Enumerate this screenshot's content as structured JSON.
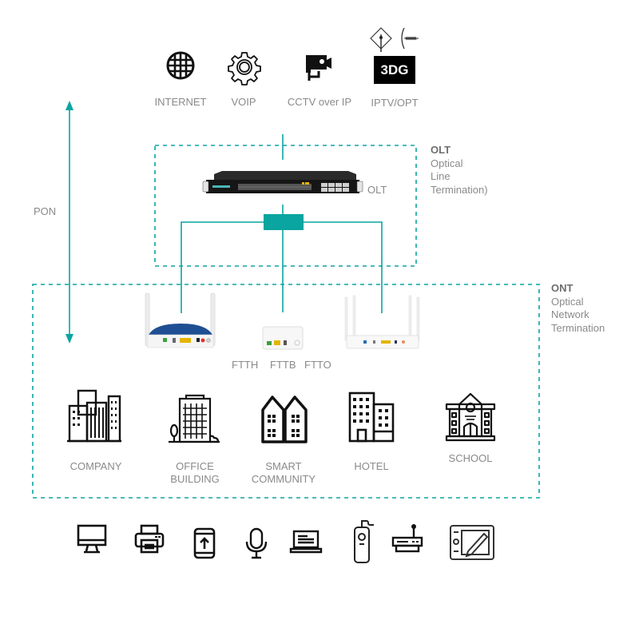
{
  "colors": {
    "accent": "#0aa5a0",
    "label": "#8a8a8a",
    "icon": "#111111",
    "router_blue": "#1f4f93"
  },
  "services": [
    {
      "label": "INTERNET",
      "icon": "globe-icon"
    },
    {
      "label": "VOIP",
      "icon": "gear-icon"
    },
    {
      "label": "CCTV over IP",
      "icon": "cctv-camera-icon"
    },
    {
      "label": "IPTV/OPT",
      "icon": "3dg-tv-icon",
      "badge": "3DG"
    }
  ],
  "olt": {
    "device_label": "OLT",
    "title": "OLT",
    "description_lines": [
      "Optical",
      "Line",
      "Termination)"
    ]
  },
  "ont": {
    "title": "ONT",
    "description_lines": [
      "Optical",
      "Network",
      "Termination"
    ]
  },
  "pon": {
    "label": "PON"
  },
  "fiber_types": [
    "FTTH",
    "FTTB",
    "FTTO"
  ],
  "endpoints": [
    {
      "label_lines": [
        "COMPANY"
      ],
      "icon": "company-buildings-icon"
    },
    {
      "label_lines": [
        "OFFICE",
        "BUILDING"
      ],
      "icon": "office-building-icon"
    },
    {
      "label_lines": [
        "SMART",
        "COMMUNITY"
      ],
      "icon": "smart-community-icon"
    },
    {
      "label_lines": [
        "HOTEL"
      ],
      "icon": "hotel-icon"
    },
    {
      "label_lines": [
        "SCHOOL"
      ],
      "icon": "school-icon"
    }
  ],
  "user_devices": [
    {
      "icon": "desktop-monitor-icon"
    },
    {
      "icon": "printer-icon"
    },
    {
      "icon": "mobile-phone-icon"
    },
    {
      "icon": "microphone-icon"
    },
    {
      "icon": "laptop-icon"
    },
    {
      "icon": "remote-control-icon"
    },
    {
      "icon": "modem-router-icon"
    },
    {
      "icon": "drawing-tablet-icon"
    }
  ]
}
